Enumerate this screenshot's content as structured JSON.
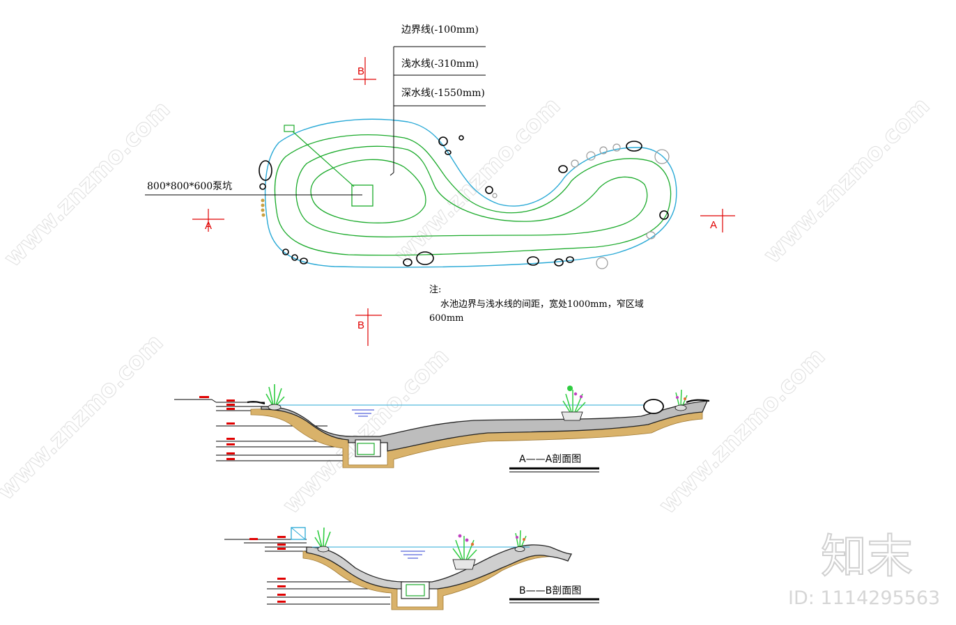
{
  "plan": {
    "labels": {
      "boundary": "边界线(-100mm)",
      "shallow": "浅水线(-310mm)",
      "deep": "深水线(-1550mm)",
      "pump_pit": "800*800*600泵坑"
    },
    "section_marks": {
      "a_left": "A",
      "a_right": "A",
      "b_top": "B",
      "b_bottom": "B"
    },
    "note": {
      "title": "注:",
      "line1": "水池边界与浅水线的间距，宽处1000mm，窄区域",
      "line2": "600mm"
    }
  },
  "sections": {
    "aa_title": "A——A剖面图",
    "bb_title": "B——B剖面图"
  },
  "watermark": {
    "site": "www.znzmo.com",
    "brand": "知末",
    "id": "ID: 1114295563"
  },
  "colors": {
    "water_edge": "#29a9d6",
    "contour": "#1aaa2a",
    "section_mark": "#e00000",
    "soil": "#d9b26a",
    "gravel": "#cfcfcf",
    "plant": "#2ecc40"
  }
}
